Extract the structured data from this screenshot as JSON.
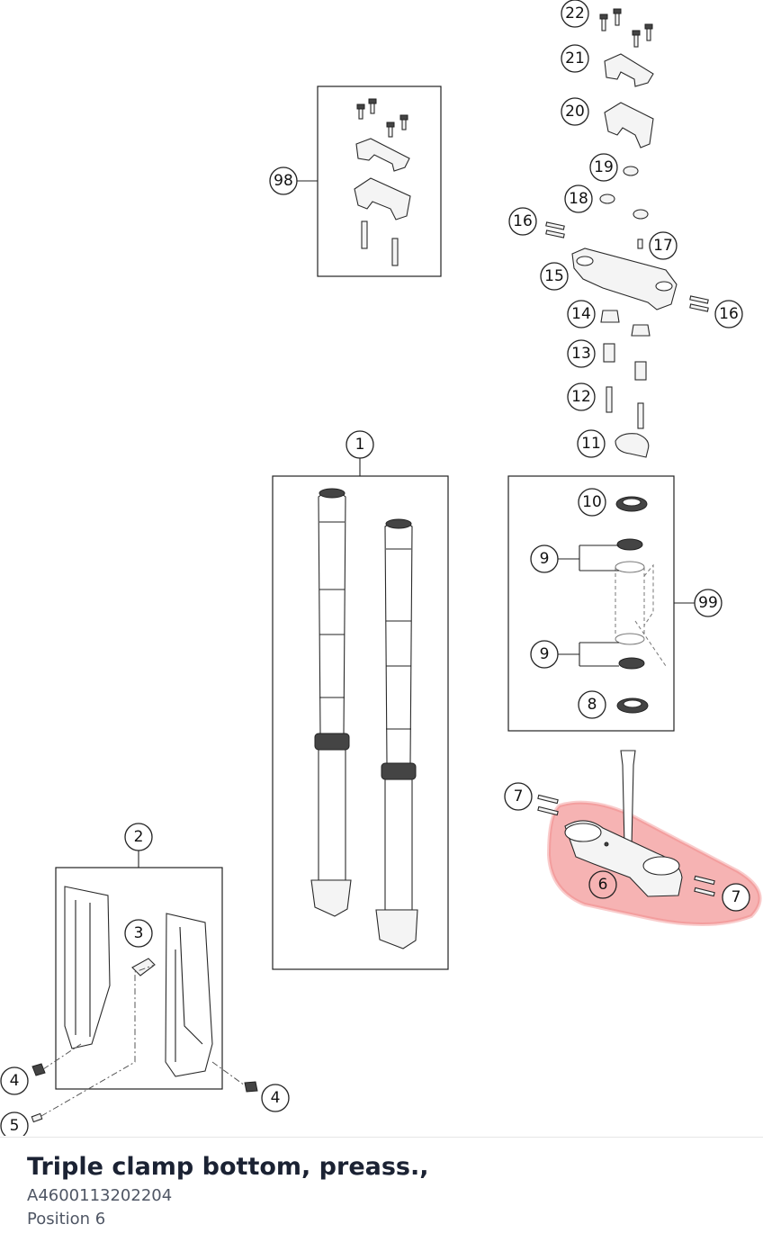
{
  "diagram": {
    "callouts": [
      "22",
      "21",
      "20",
      "19",
      "18",
      "16",
      "17",
      "15",
      "16",
      "14",
      "13",
      "12",
      "11",
      "98",
      "1",
      "10",
      "9",
      "99",
      "9",
      "8",
      "7",
      "6",
      "7",
      "2",
      "3",
      "4",
      "4",
      "5"
    ],
    "highlight_color": "#f08080",
    "selected_callout": "6"
  },
  "info": {
    "name": "Triple clamp bottom, preass.,",
    "number": "A4600113202204",
    "position": "Position 6"
  }
}
